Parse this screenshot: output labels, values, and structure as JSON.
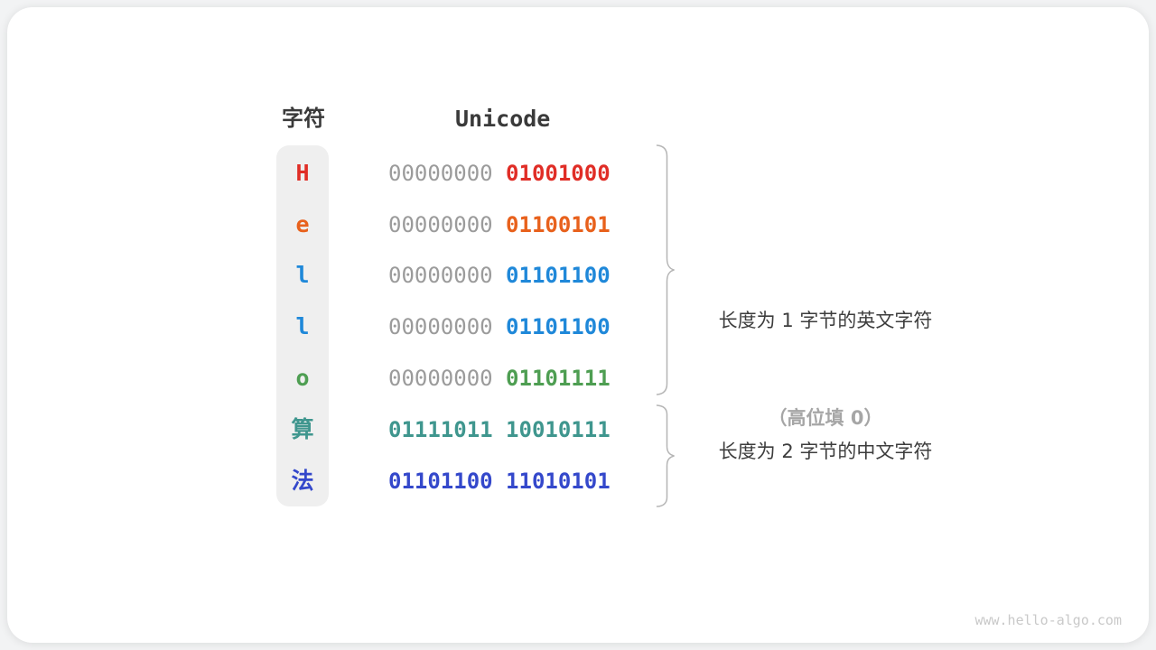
{
  "diagram": {
    "title_context": "Unicode encoding of characters",
    "headers": {
      "char": "字符",
      "unicode": "Unicode"
    },
    "rows": [
      {
        "char": "H",
        "byte_high": "00000000",
        "byte_low": "01001000",
        "color": "#e02d26",
        "high_colored": false
      },
      {
        "char": "e",
        "byte_high": "00000000",
        "byte_low": "01100101",
        "color": "#e8611c",
        "high_colored": false
      },
      {
        "char": "l",
        "byte_high": "00000000",
        "byte_low": "01101100",
        "color": "#1f88d9",
        "high_colored": false
      },
      {
        "char": "l",
        "byte_high": "00000000",
        "byte_low": "01101100",
        "color": "#1f88d9",
        "high_colored": false
      },
      {
        "char": "o",
        "byte_high": "00000000",
        "byte_low": "01101111",
        "color": "#4e9e52",
        "high_colored": false
      },
      {
        "char": "算",
        "byte_high": "01111011",
        "byte_low": "10010111",
        "color": "#3f968e",
        "high_colored": true
      },
      {
        "char": "法",
        "byte_high": "01101100",
        "byte_low": "11010101",
        "color": "#3448cb",
        "high_colored": true
      }
    ],
    "annotations": {
      "group1_line1": "长度为 1 字节的英文字符",
      "group1_line2": "（高位填 0）",
      "group2": "长度为 2 字节的中文字符"
    },
    "colors": {
      "byte_muted": "#9b9b9b",
      "heading": "#3a3a3a",
      "annotation": "#3d3d3d",
      "annotation_muted": "#a6a6a6",
      "brace": "#b5b5b5",
      "char_column_bg": "#efefef",
      "card_bg": "#ffffff"
    },
    "watermark": "www.hello-algo.com"
  }
}
